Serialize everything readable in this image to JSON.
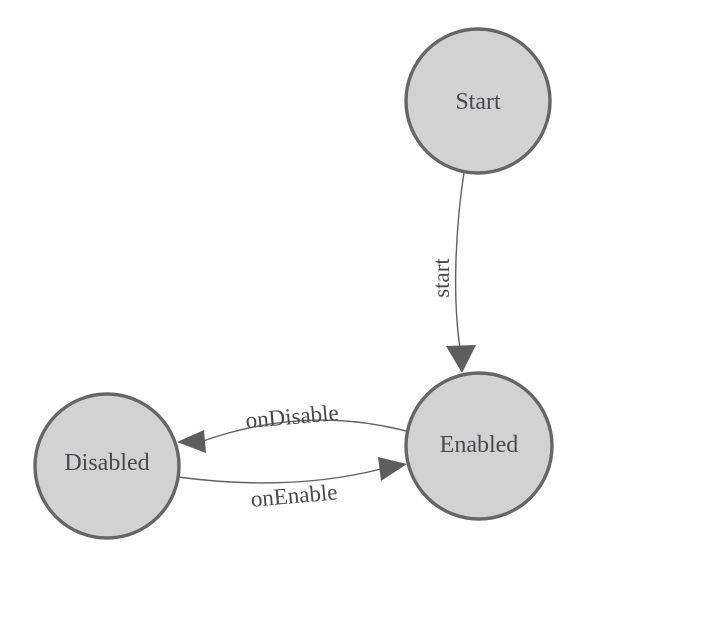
{
  "diagram": {
    "type": "state-diagram",
    "nodes": [
      {
        "id": "start",
        "label": "Start"
      },
      {
        "id": "enabled",
        "label": "Enabled"
      },
      {
        "id": "disabled",
        "label": "Disabled"
      }
    ],
    "edges": [
      {
        "from": "Start",
        "to": "Enabled",
        "label": "start"
      },
      {
        "from": "Enabled",
        "to": "Disabled",
        "label": "onDisable"
      },
      {
        "from": "Disabled",
        "to": "Enabled",
        "label": "onEnable"
      }
    ]
  },
  "colors": {
    "background": "#ffffff",
    "node_fill": "#d2d2d2",
    "node_stroke": "#666666",
    "edge_stroke": "#616161",
    "arrow_fill": "#5e5e5e",
    "text": "#48494d"
  }
}
